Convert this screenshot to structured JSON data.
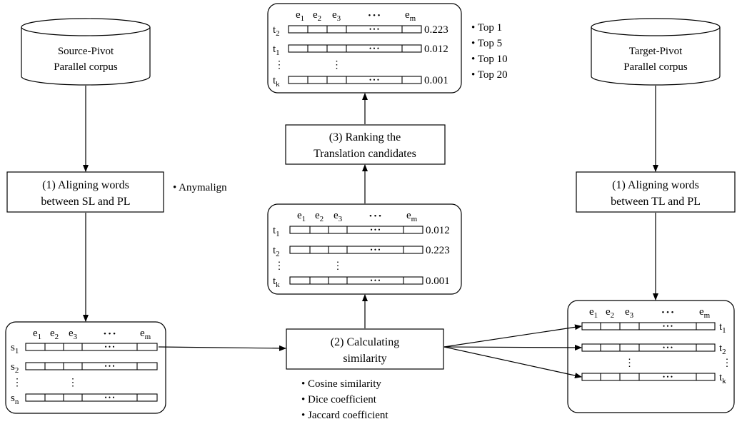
{
  "source_db": {
    "line1": "Source-Pivot",
    "line2": "Parallel corpus"
  },
  "target_db": {
    "line1": "Target-Pivot",
    "line2": "Parallel corpus"
  },
  "align_left": {
    "line1": "(1)  Aligning words",
    "line2": "between SL and PL"
  },
  "align_left_note": "• Anymalign",
  "align_right": {
    "line1": "(1)  Aligning words",
    "line2": "between TL and PL"
  },
  "calc": {
    "line1": "(2) Calculating",
    "line2": "similarity"
  },
  "calc_notes": [
    "• Cosine similarity",
    "• Dice coefficient",
    "• Jaccard coefficient"
  ],
  "rank": {
    "line1": "(3) Ranking the",
    "line2": "Translation candidates"
  },
  "rank_notes": [
    "• Top 1",
    "• Top 5",
    "• Top 10",
    "• Top 20"
  ],
  "header_labels": [
    "e1",
    "e2",
    "e3",
    "• • •",
    "em"
  ],
  "src_rows": [
    "s1",
    "s2",
    "sn"
  ],
  "tgt_rows": [
    "t1",
    "t2",
    "tk"
  ],
  "mid_rows": [
    {
      "label": "t1",
      "score": "0.012"
    },
    {
      "label": "t2",
      "score": "0.223"
    },
    {
      "label": "tk",
      "score": "0.001"
    }
  ],
  "top_rows": [
    {
      "label": "t2",
      "score": "0.223"
    },
    {
      "label": "t1",
      "score": "0.012"
    },
    {
      "label": "tk",
      "score": "0.001"
    }
  ],
  "ellipsis_h": "• • •",
  "ellipsis_v": "⋮"
}
